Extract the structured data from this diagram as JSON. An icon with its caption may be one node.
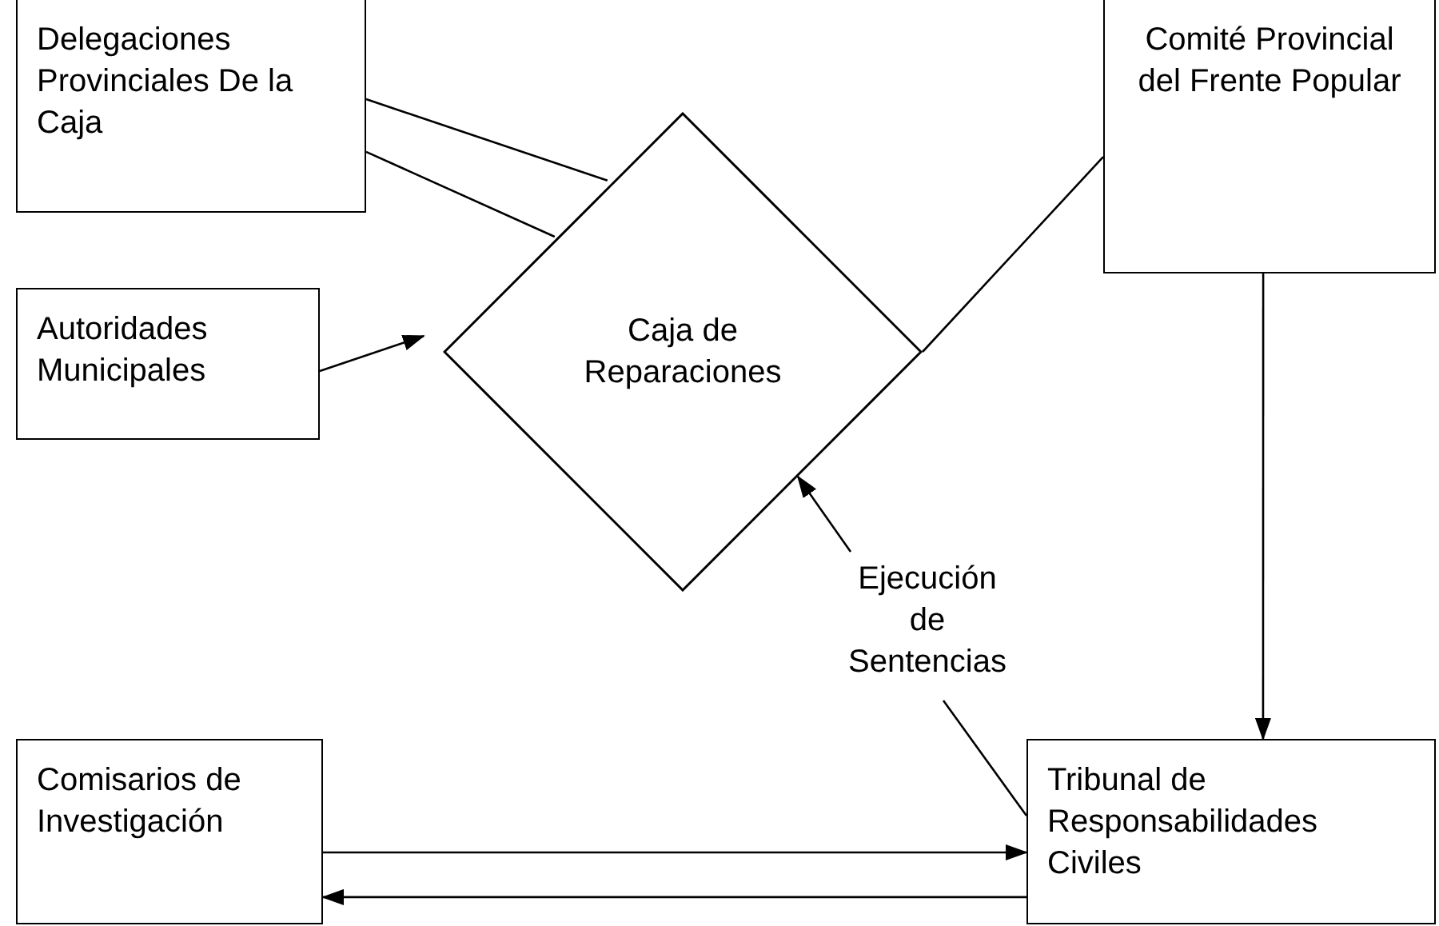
{
  "diagram": {
    "nodes": [
      {
        "text": [
          "Delegaciones Provinciales De la Caja"
        ]
      },
      {
        "text": [
          "Comité Provincial del Frente Popular"
        ]
      },
      {
        "text": [
          "Caja de Reparaciones"
        ]
      },
      {
        "text": [
          "Autoridades Municipales"
        ]
      },
      {
        "text": [
          "Ejecución de Sentencias"
        ]
      },
      {
        "text": [
          "Comisarios de Investigación"
        ]
      },
      {
        "text": [
          "Tribunal de Responsabilidades Civiles"
        ]
      }
    ],
    "edges": [
      {
        "from": 0,
        "to": 2,
        "arrow": "none"
      },
      {
        "from": 0,
        "to": 2,
        "arrow": "none"
      },
      {
        "from": 3,
        "to": 2,
        "arrow": "to"
      },
      {
        "from": 1,
        "to": 2,
        "arrow": "none"
      },
      {
        "from": 1,
        "to": 6,
        "arrow": "to"
      },
      {
        "from": 4,
        "to": 2,
        "arrow": "to"
      },
      {
        "from": 6,
        "to": 4,
        "arrow": "none"
      },
      {
        "from": 5,
        "to": 6,
        "arrow": "to"
      },
      {
        "from": 6,
        "to": 5,
        "arrow": "to"
      }
    ]
  }
}
